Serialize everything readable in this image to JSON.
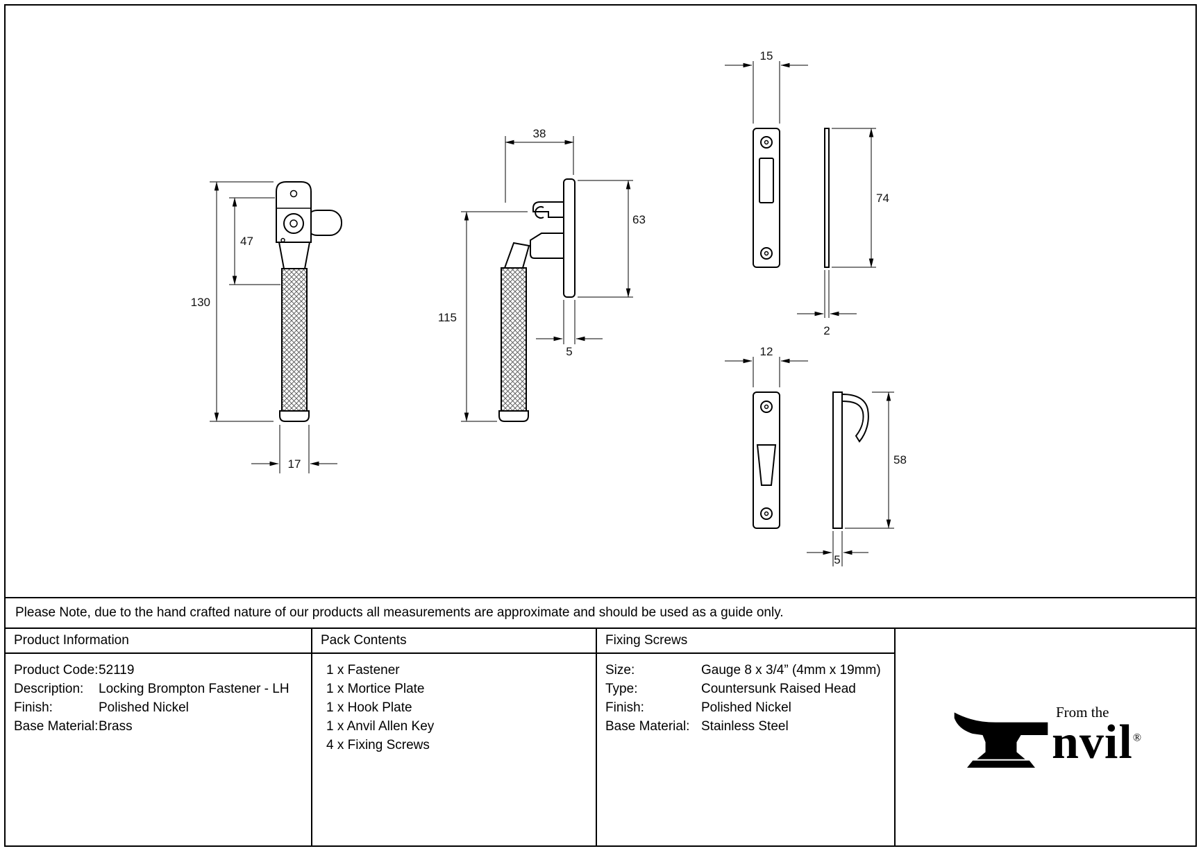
{
  "note": "Please Note, due to the hand crafted nature of our products all measurements are approximate and should be used as a guide only.",
  "table": {
    "product_information": {
      "header": "Product Information",
      "rows": [
        {
          "label": "Product Code:",
          "value": "52119"
        },
        {
          "label": "Description:",
          "value": "Locking Brompton Fastener - LH"
        },
        {
          "label": "Finish:",
          "value": "Polished Nickel"
        },
        {
          "label": "Base Material:",
          "value": "Brass"
        }
      ]
    },
    "pack_contents": {
      "header": "Pack Contents",
      "items": [
        "1 x Fastener",
        "1 x Mortice Plate",
        "1 x Hook Plate",
        "1 x Anvil Allen Key",
        "4 x Fixing Screws"
      ]
    },
    "fixing_screws": {
      "header": "Fixing Screws",
      "rows": [
        {
          "label": "Size:",
          "value": "Gauge 8 x 3/4” (4mm x 19mm)"
        },
        {
          "label": "Type:",
          "value": "Countersunk Raised Head"
        },
        {
          "label": "Finish:",
          "value": "Polished Nickel"
        },
        {
          "label": "Base Material:",
          "value": "Stainless Steel"
        }
      ]
    }
  },
  "logo": {
    "from_the": "From the",
    "name_rest": "nvil",
    "registered": "®"
  },
  "drawings": {
    "fastener_front": {
      "overall_height_mm": "130",
      "upper_section_mm": "47",
      "handle_width_mm": "17"
    },
    "fastener_side": {
      "height_mm": "115",
      "top_depth_mm": "38",
      "plate_height_mm": "63",
      "plate_thickness_mm": "5"
    },
    "mortice_plate": {
      "width_mm": "15",
      "height_mm": "74",
      "thickness_mm": "2"
    },
    "hook_plate": {
      "width_mm": "12",
      "height_mm": "58",
      "thickness_mm": "5"
    }
  }
}
